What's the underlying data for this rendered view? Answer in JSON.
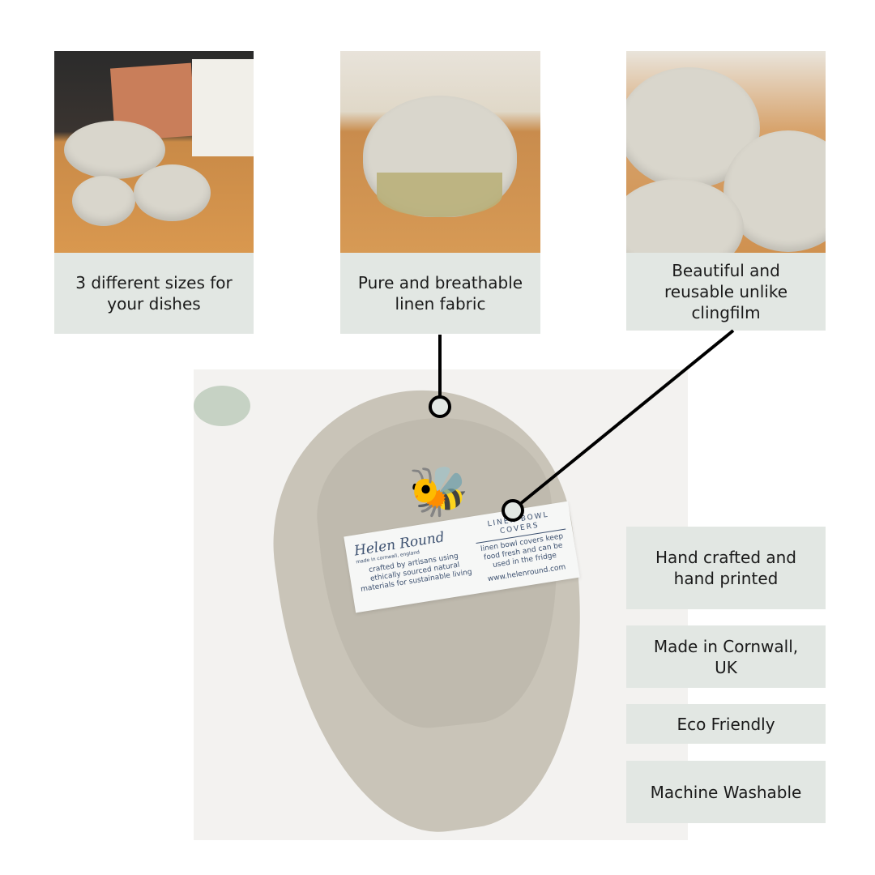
{
  "top_features": [
    {
      "caption": "3 different sizes for your dishes"
    },
    {
      "caption": "Pure and breathable linen fabric"
    },
    {
      "caption": "Beautiful  and reusable unlike clingfilm"
    }
  ],
  "side_features": [
    {
      "caption": "Hand crafted and hand printed"
    },
    {
      "caption": "Made in Cornwall, UK"
    },
    {
      "caption": "Eco Friendly"
    },
    {
      "caption": "Machine Washable"
    }
  ],
  "product_band": {
    "brand": "Helen Round",
    "brand_sub": "made in cornwall, england",
    "left_text": "crafted by artisans using ethically sourced natural materials for sustainable living",
    "title": "LINEN BOWL COVERS",
    "description": "linen bowl covers keep food fresh and can be used in the fridge",
    "website": "www.helenround.com"
  },
  "colors": {
    "caption_bg": "#e2e7e3",
    "linen": "#c9c4b8",
    "bee_print": "#2d4a4e"
  }
}
